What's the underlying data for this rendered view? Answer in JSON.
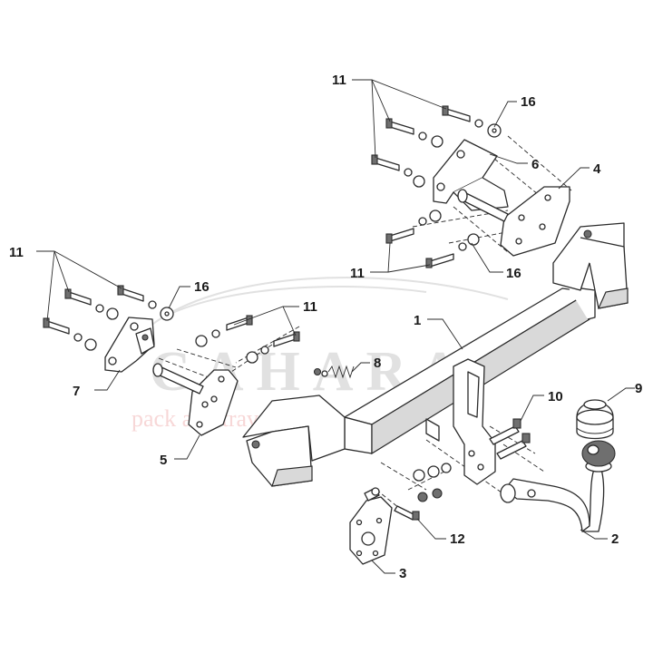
{
  "watermark": {
    "brand": "CAHARA",
    "tagline": "pack and travel",
    "brand_color": "#c9c9c9",
    "tagline_color": "#f2b8b8"
  },
  "callouts": [
    "1",
    "2",
    "3",
    "4",
    "5",
    "6",
    "7",
    "8",
    "9",
    "10",
    "11",
    "11",
    "11",
    "11",
    "12",
    "16",
    "16",
    "16"
  ]
}
